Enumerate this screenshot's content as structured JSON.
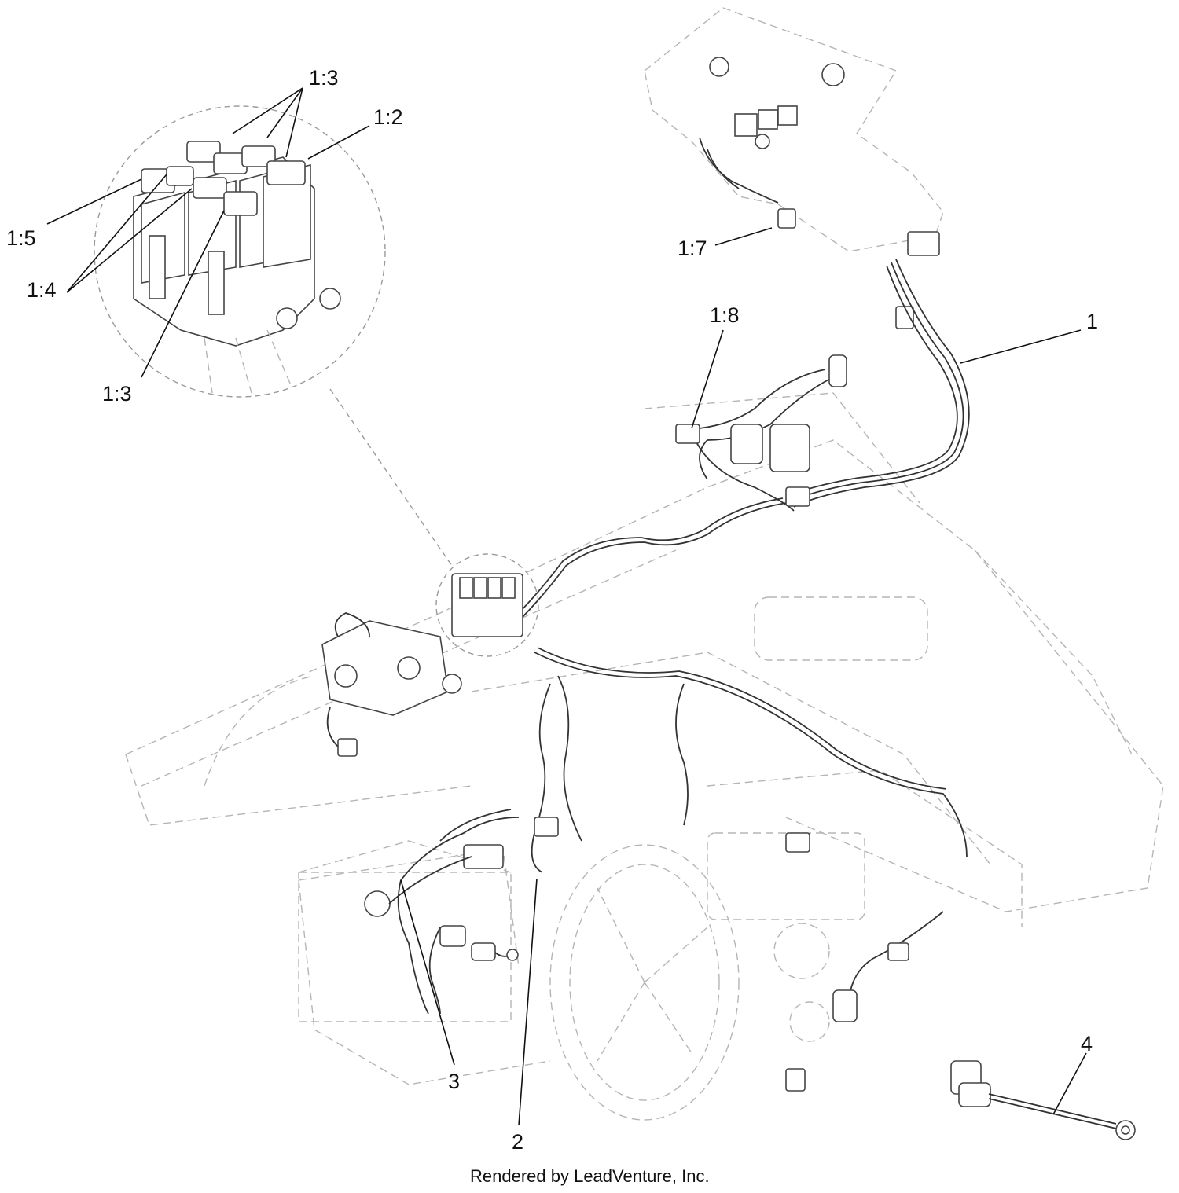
{
  "callouts": [
    {
      "id": "c13a",
      "label": "1:3"
    },
    {
      "id": "c12",
      "label": "1:2"
    },
    {
      "id": "c15",
      "label": "1:5"
    },
    {
      "id": "c14",
      "label": "1:4"
    },
    {
      "id": "c13b",
      "label": "1:3"
    },
    {
      "id": "c17",
      "label": "1:7"
    },
    {
      "id": "c18",
      "label": "1:8"
    },
    {
      "id": "c1",
      "label": "1"
    },
    {
      "id": "c3",
      "label": "3"
    },
    {
      "id": "c2",
      "label": "2"
    },
    {
      "id": "c4",
      "label": "4"
    }
  ],
  "footer": {
    "text": "Rendered by LeadVenture, Inc."
  }
}
